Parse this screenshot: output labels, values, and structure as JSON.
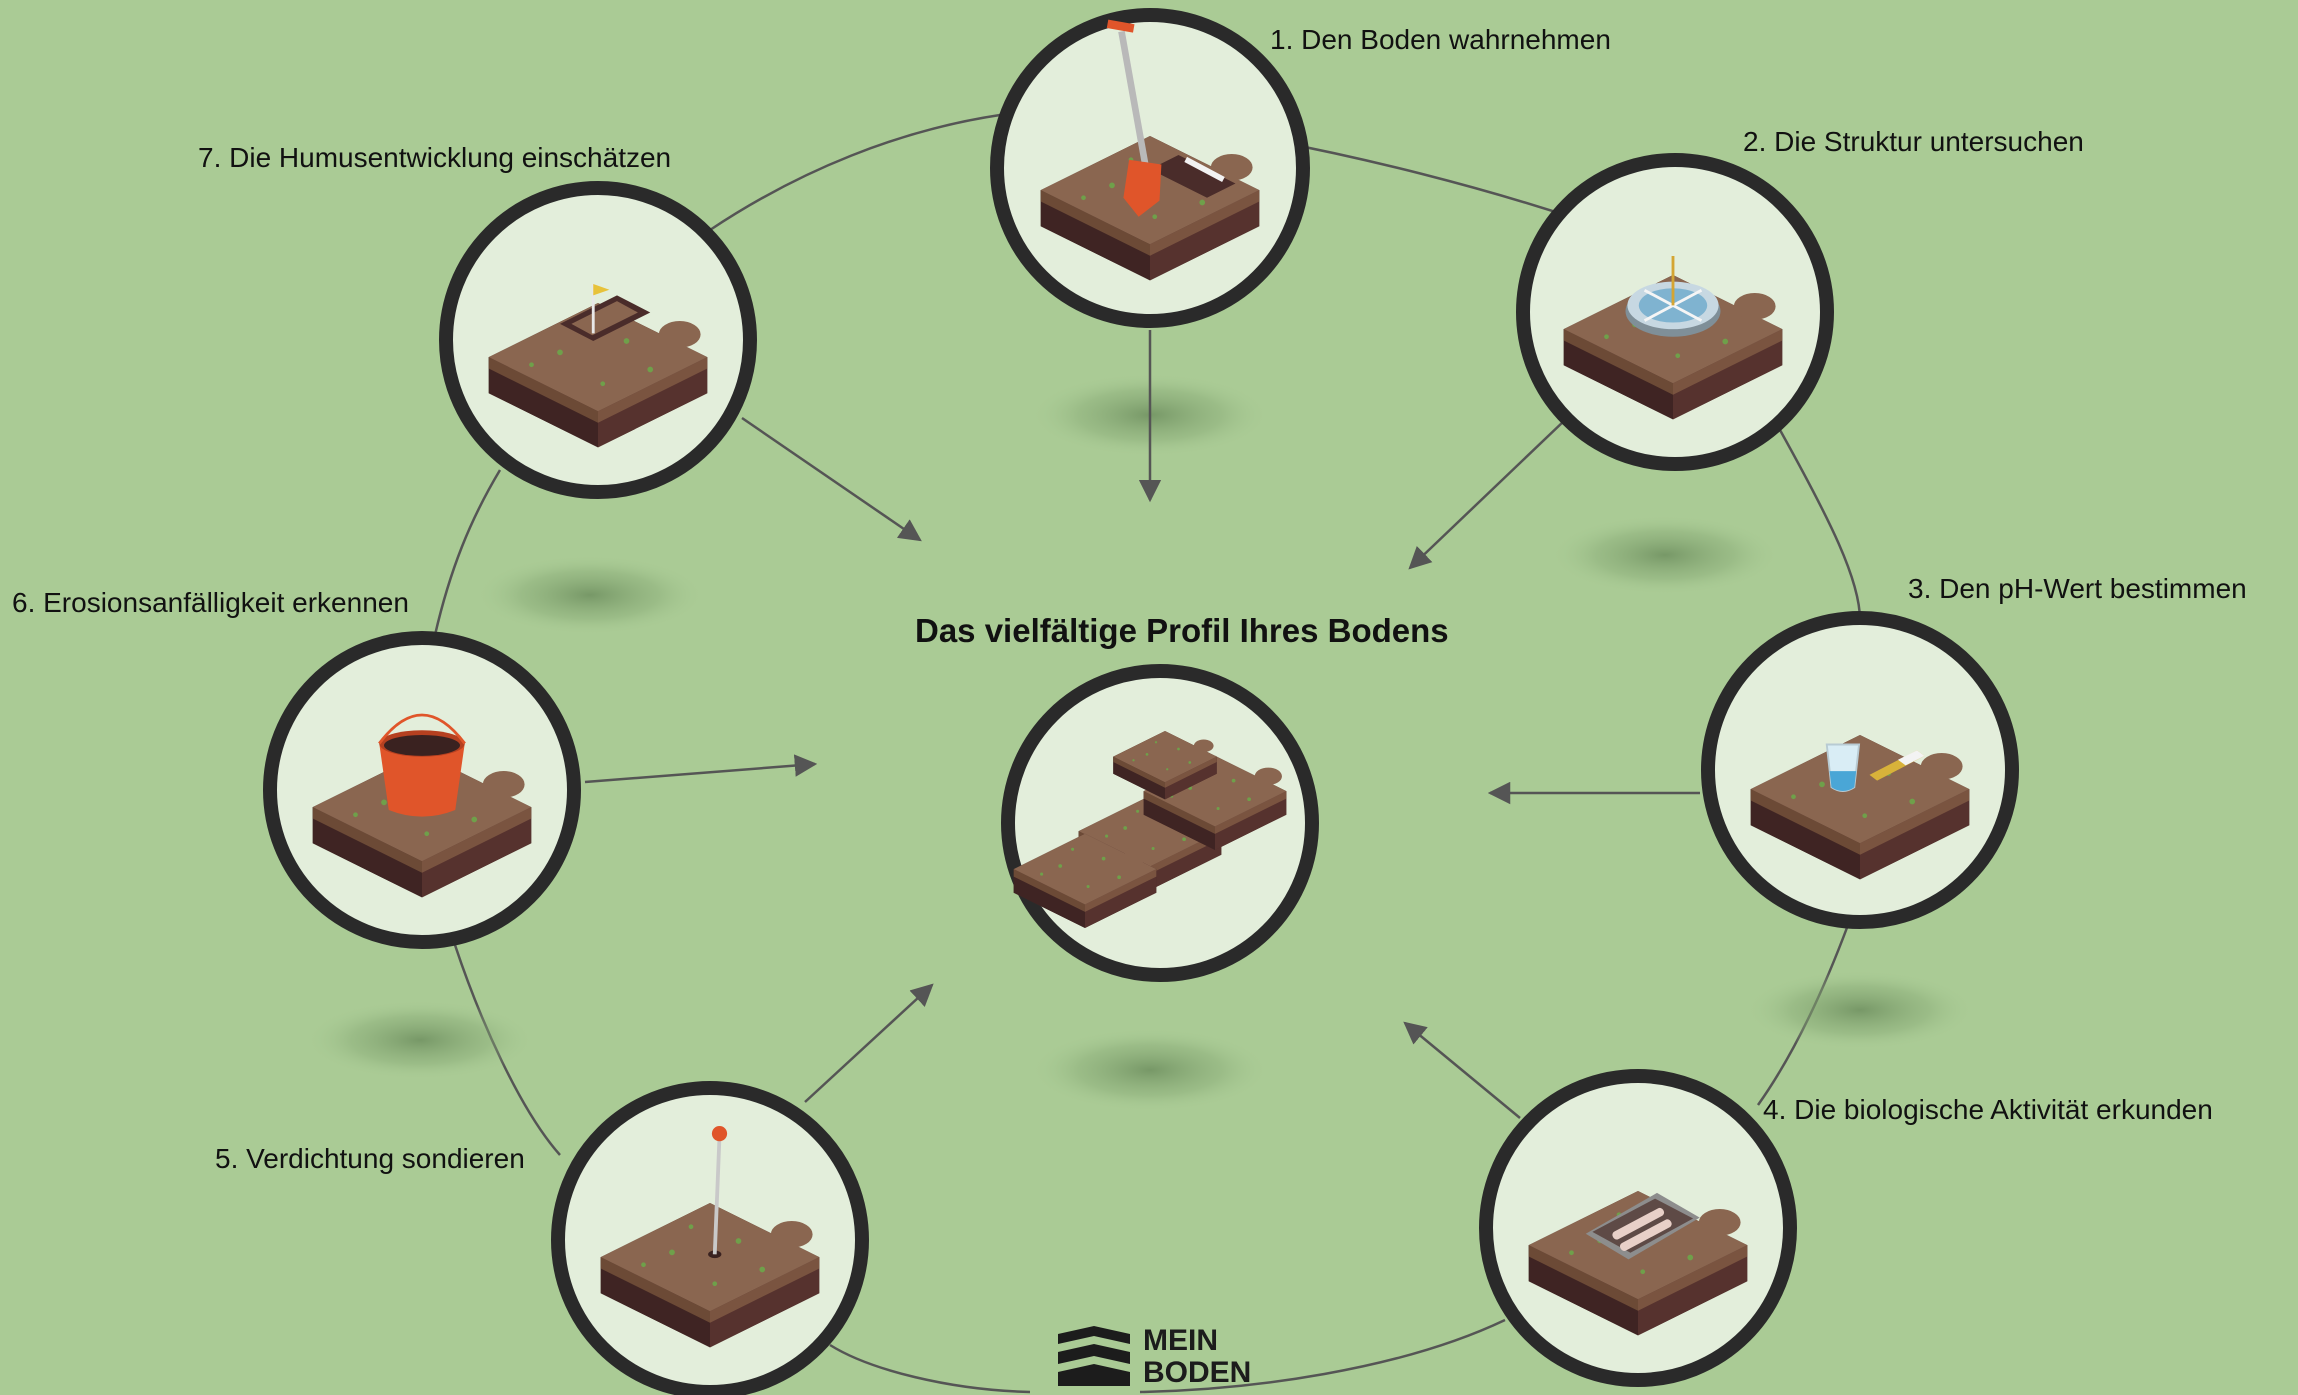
{
  "title": "Das vielfältige Profil Ihres Bodens",
  "steps": [
    {
      "label": "1. Den Boden wahrnehmen",
      "icon": "spade-dig-icon"
    },
    {
      "label": "2. Die Struktur untersuchen",
      "icon": "sieve-structure-icon"
    },
    {
      "label": "3. Den pH-Wert bestimmen",
      "icon": "ph-test-glass-icon"
    },
    {
      "label": "4. Die biologische Aktivität erkunden",
      "icon": "tray-biology-icon"
    },
    {
      "label": "5. Verdichtung sondieren",
      "icon": "probe-rod-icon"
    },
    {
      "label": "6. Erosionsanfälligkeit erkennen",
      "icon": "bucket-erosion-icon"
    },
    {
      "label": "7. Die Humusentwicklung einschätzen",
      "icon": "flag-humus-icon"
    }
  ],
  "center_icon": "soil-puzzle-assembled-icon",
  "logo": {
    "line1": "MEIN",
    "line2": "BODEN",
    "icon": "mein-boden-logo-icon"
  },
  "colors": {
    "background": "#aacb95",
    "circle_fill": "#e3eedb",
    "circle_ring": "#2a2a2a",
    "soil_top": "#8a6650",
    "soil_mid": "#6c4a36",
    "soil_bottom": "#4a2c2a",
    "accent_orange": "#e0552a",
    "connector": "#555555"
  }
}
